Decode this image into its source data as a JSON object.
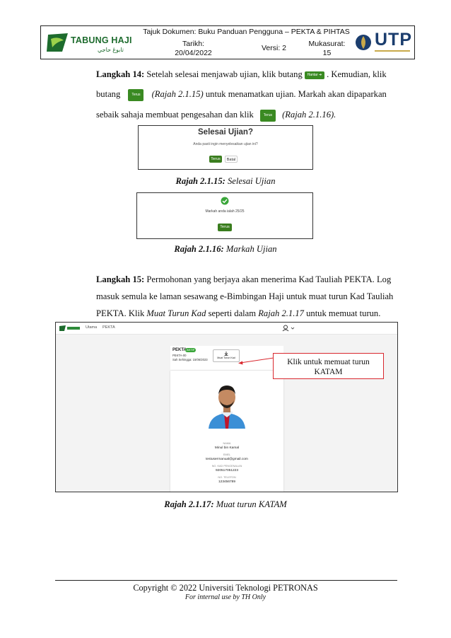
{
  "header": {
    "logo_name": "TABUNG HAJI",
    "logo_arabic": "تابوڠ حاجي",
    "title": "Tajuk Dokumen: Buku Panduan Pengguna – PEKTA & PIHTAS",
    "tarikh_label": "Tarikh:",
    "tarikh_value": "20/04/2022",
    "versi": "Versi: 2",
    "muka_label": "Mukasurat:",
    "muka_value": "15",
    "utp_logo": "UTP"
  },
  "step14": {
    "label": "Langkah 14:",
    "text1": "Setelah selesai menjawab ujian, klik butang",
    "btn_hantar": "Hantar ➔",
    "text2": ". Kemudian, klik",
    "text3": "butang",
    "btn_terus": "Terus",
    "text4a": "(Rajah 2.1.15)",
    "text4b": "untuk menamatkan ujian. Markah akan dipaparkan",
    "text5": "sebaik sahaja membuat pengesahan dan klik",
    "text6": "(Rajah 2.1.16)."
  },
  "fig15": {
    "title": "Selesai Ujian?",
    "question": "Anda pasti ingin menyelesaikan ujian ini?",
    "btn_terus": "Terus",
    "btn_batal": "Batal",
    "caption_label": "Rajah 2.1.15:",
    "caption_text": "Selesai Ujian"
  },
  "fig16": {
    "score": "Markah anda ialah 25/25",
    "btn_terus": "Terus",
    "caption_label": "Rajah 2.1.16:",
    "caption_text": "Markah Ujian"
  },
  "step15": {
    "label": "Langkah 15:",
    "line1": "Permohonan yang berjaya akan menerima Kad Tauliah PEKTA. Log",
    "line2": "masuk semula ke laman sesawang e-Bimbingan Haji untuk muat turun Kad Tauliah",
    "line3a": "PEKTA. Klik",
    "line3b": "Muat Turun Kad",
    "line3c": "seperti dalam",
    "line3d": "Rajah 2.1.17",
    "line3e": "untuk memuat turun."
  },
  "fig17": {
    "nav_utama": "Utama",
    "nav_pekta": "PEKTA",
    "card_title": "PEKTA",
    "card_badge": "AKTIF",
    "card_id": "PEKTA-00",
    "card_valid": "Sah Sehingga: 15/06/2023",
    "download_btn": "Muat Turun Kad",
    "callout": "Klik untuk memuat turun KATAM",
    "nama_label": "NAMA",
    "nama_value": "Minul bin Kamal",
    "emel_label": "EMEL",
    "emel_value": "testuserrnanual@gmail.com",
    "ic_label": "NO. KAD PENGENALAN",
    "ic_value": "920517051223",
    "tel_label": "NO. TELEFON",
    "tel_value": "123456789",
    "caption_label": "Rajah 2.1.17:",
    "caption_text": "Muat turun KATAM"
  },
  "footer": {
    "copyright": "Copyright © 2022 Universiti Teknologi PETRONAS",
    "internal": "For internal use by TH Only"
  },
  "colors": {
    "accent_green": "#3a7d1e",
    "callout_red": "#d9272e",
    "tie_red": "#c0162b",
    "shirt_blue": "#3b8fd6"
  }
}
